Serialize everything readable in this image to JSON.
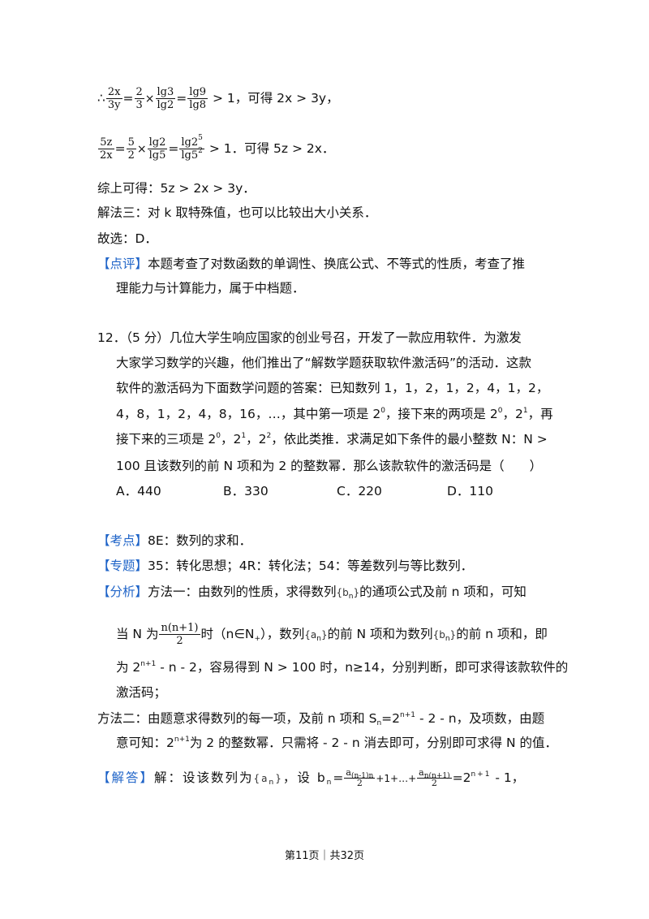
{
  "block1": {
    "therefore": "∴",
    "f1_num": "2x",
    "f1_den": "3y",
    "eq1": "=",
    "f2_num": "2",
    "f2_den": "3",
    "times1": "×",
    "f3_num": "lg3",
    "f3_den": "lg2",
    "eq2": "=",
    "f4_num": "lg9",
    "f4_den": "lg8",
    "tail": "> 1，可得 2x > 3y，"
  },
  "block2": {
    "f1_num": "5z",
    "f1_den": "2x",
    "eq1": "=",
    "f2_num": "5",
    "f2_den": "2",
    "times1": "×",
    "f3_num": "lg2",
    "f3_den": "lg5",
    "eq2": "=",
    "f4_num_base": "lg2",
    "f4_num_exp": "5",
    "f4_den_base": "lg5",
    "f4_den_exp": "2",
    "tail": "> 1．可得 5z > 2x．"
  },
  "line_summary": "综上可得：5z > 2x > 3y．",
  "line_method3": "解法三：对 k 取特殊值，也可以比较出大小关系．",
  "line_choice": "故选：D．",
  "comment": {
    "tag": "【点评】",
    "text1": "本题考查了对数函数的单调性、换底公式、不等式的性质，考查了推",
    "text2": "理能力与计算能力，属于中档题．"
  },
  "q12": {
    "line1": "12．（5 分）几位大学生响应国家的创业号召，开发了一款应用软件．为激发",
    "line2": "大家学习数学的兴趣，他们推出了“解数学题获取软件激活码”的活动．这款",
    "line3": "软件的激活码为下面数学问题的答案：已知数列 1，1，2，1，2，4，1，2，",
    "line4_a": "4，8，1，2，4，8，16，…，其中第一项是 2",
    "line4_exp1": "0",
    "line4_b": "，接下来的两项是 2",
    "line4_exp2": "0",
    "line4_c": "，2",
    "line4_exp3": "1",
    "line4_d": "，再",
    "line5_a": "接下来的三项是 2",
    "line5_exp1": "0",
    "line5_b": "，2",
    "line5_exp2": "1",
    "line5_c": "，2",
    "line5_exp3": "2",
    "line5_d": "，依此类推．求满足如下条件的最小整数 N：N >",
    "line6": "100 且该数列的前 N 项和为 2 的整数幂．那么该款软件的激活码是（　　）",
    "options": [
      "A．440",
      "B．330",
      "C．220",
      "D．110"
    ]
  },
  "kaodian": {
    "tag": "【考点】",
    "text": "8E：数列的求和．"
  },
  "zhuanti": {
    "tag": "【专题】",
    "text": "35：转化思想；4R：转化法；54：等差数列与等比数列．"
  },
  "fenxi": {
    "tag": "【分析】",
    "l1_a": "方法一：由数列的性质，求得数列",
    "l1_seq": "{b",
    "l1_sub": "n",
    "l1_close": "}",
    "l1_b": "的通项公式及前 n 项和，可知",
    "l2_a": "当 N 为",
    "l2_frac_num": "n(n+1)",
    "l2_frac_den": "2",
    "l2_b": "时（n∈N",
    "l2_sub": "+",
    "l2_c": "），数列",
    "l2_seq1": "{a",
    "l2_seq1_sub": "n",
    "l2_seq1_close": "}",
    "l2_d": "的前 N 项和为数列",
    "l2_seq2": "{b",
    "l2_seq2_sub": "n",
    "l2_seq2_close": "}",
    "l2_e": "的前 n 项和，即",
    "l3_a": "为 2",
    "l3_exp": "n+1",
    "l3_b": " - n - 2，容易得到 N > 100 时，n≥14，分别判断，即可求得该款软件的",
    "l4": "激活码；",
    "l5_a": "方法二：由题意求得数列的每一项，及前 n 项和 S",
    "l5_sub": "n",
    "l5_b": "=2",
    "l5_exp": "n+1",
    "l5_c": " - 2 - n，及项数，由题",
    "l6_a": "意可知：2",
    "l6_exp": "n+1",
    "l6_b": "为 2 的整数幂．只需将 - 2 - n 消去即可，分别即可求得 N 的值．"
  },
  "jieda": {
    "tag": "【解答】",
    "a": "解：设该数列为",
    "seq": "{a",
    "seq_sub": "n",
    "seq_close": "}",
    "b": "，设 b",
    "b_sub": "n",
    "c": "=",
    "f1_num_base": "a",
    "f1_num_sub": "(n-1)n",
    "f1_den": "2",
    "d": "+1+…+",
    "f2_num_base": "a",
    "f2_num_sub": "n(n+1)",
    "f2_den": "2",
    "e": "=2",
    "e_exp": "n+1",
    "f": " - 1，"
  },
  "footer": "第11页｜共32页"
}
